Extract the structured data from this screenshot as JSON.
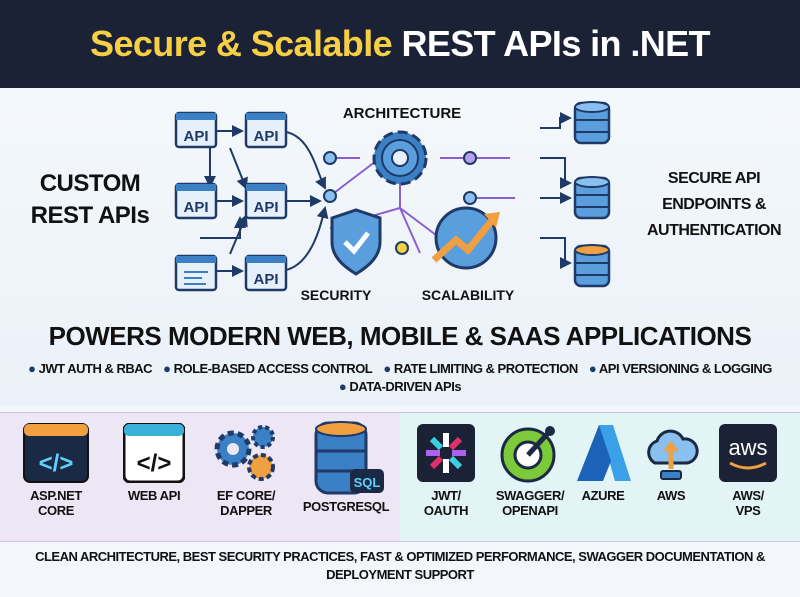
{
  "header": {
    "title_highlight": "Secure & Scalable",
    "title_rest": "REST APIs in .NET"
  },
  "hero": {
    "left_title": [
      "CUSTOM",
      "REST APIs"
    ],
    "right_title": [
      "SECURE API",
      "ENDPOINTS &",
      "AUTHENTICATION"
    ],
    "diagram": {
      "api_label": "API",
      "architecture": "ARCHITECTURE",
      "security": "SECURITY",
      "scalability": "SCALABILITY"
    }
  },
  "headline": "POWERS MODERN WEB, MOBILE & SAAS APPLICATIONS",
  "bullets": [
    "JWT AUTH & RBAC",
    "ROLE-BASED ACCESS CONTROL",
    "RATE LIMITING & PROTECTION",
    "API VERSIONING & LOGGING",
    "DATA-DRIVEN APIs"
  ],
  "tech_left": [
    {
      "icon": "code-window-icon",
      "label": "ASP.NET CORE"
    },
    {
      "icon": "web-api-icon",
      "label": "WEB API"
    },
    {
      "icon": "gears-icon",
      "label": "EF CORE/",
      "label2": "DAPPER"
    },
    {
      "icon": "database-sql-icon",
      "label": "POSTGRESQL",
      "badge": "SQL"
    }
  ],
  "tech_right": [
    {
      "icon": "jwt-icon",
      "label": "JWT/",
      "label2": "OAUTH"
    },
    {
      "icon": "swagger-icon",
      "label": "SWAGGER/",
      "label2": "OPENAPI"
    },
    {
      "icon": "azure-icon",
      "label": "AZURE"
    },
    {
      "icon": "cloud-upload-icon",
      "label": "AWS"
    },
    {
      "icon": "aws-logo-icon",
      "label": "AWS/",
      "label2": "VPS",
      "logo_text": "aws"
    }
  ],
  "footer": "CLEAN ARCHITECTURE, BEST SECURITY PRACTICES, FAST & OPTIMIZED PERFORMANCE, SWAGGER DOCUMENTATION & DEPLOYMENT SUPPORT",
  "colors": {
    "header_bg": "#1b2236",
    "title_yellow": "#f7cf45",
    "accent_blue": "#3b7fc4",
    "accent_orange": "#f0a040",
    "navy": "#1f3a66"
  }
}
